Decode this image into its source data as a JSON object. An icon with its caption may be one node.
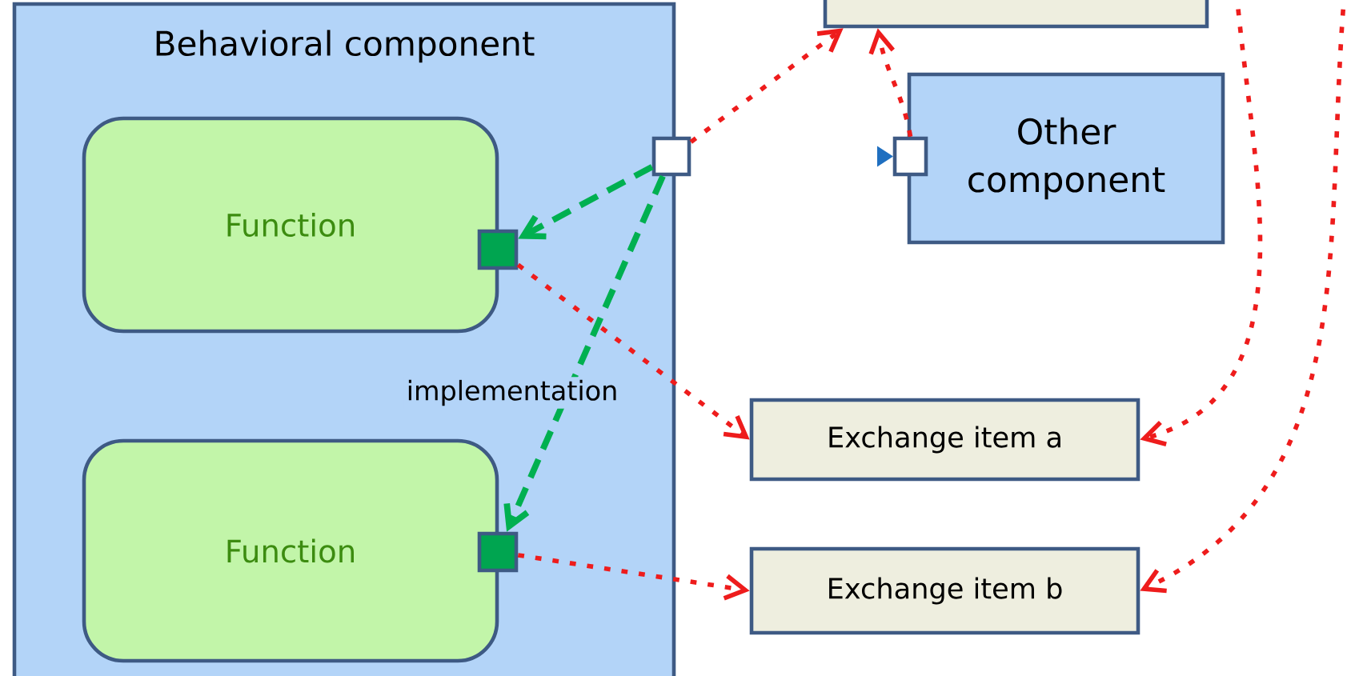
{
  "diagram": {
    "nodes": [
      {
        "text": [
          "Behavioral component"
        ]
      },
      {
        "text": [
          "Function"
        ],
        "in": 0
      },
      {
        "text": [],
        "shape": "box",
        "in": 0
      },
      {
        "text": [
          "Function"
        ],
        "in": 0
      },
      {
        "text": [],
        "shape": "box",
        "in": 0
      },
      {
        "text": [],
        "shape": "box"
      },
      {
        "text": [],
        "shape": "box"
      },
      {
        "text": [
          "Other component"
        ]
      },
      {
        "text": [],
        "shape": "box"
      },
      {
        "text": [
          "Exchange item a"
        ]
      },
      {
        "text": [
          "Exchange item b"
        ]
      }
    ],
    "edges": [
      {
        "from": 5,
        "to": 2,
        "arrow": "to",
        "style": "dashed",
        "color": "#00b050"
      },
      {
        "from": 5,
        "to": 4,
        "arrow": "to",
        "label": "implementation",
        "style": "dashed",
        "color": "#00b050"
      },
      {
        "from": 5,
        "to": 6,
        "arrow": "to"
      },
      {
        "from": 8,
        "to": 6,
        "arrow": "to"
      },
      {
        "from": 2,
        "to": 9,
        "arrow": "to"
      },
      {
        "from": 4,
        "to": 10,
        "arrow": "to"
      },
      {
        "from": null,
        "to": 9,
        "arrow": "to"
      },
      {
        "from": null,
        "to": 10,
        "arrow": "to"
      }
    ]
  }
}
